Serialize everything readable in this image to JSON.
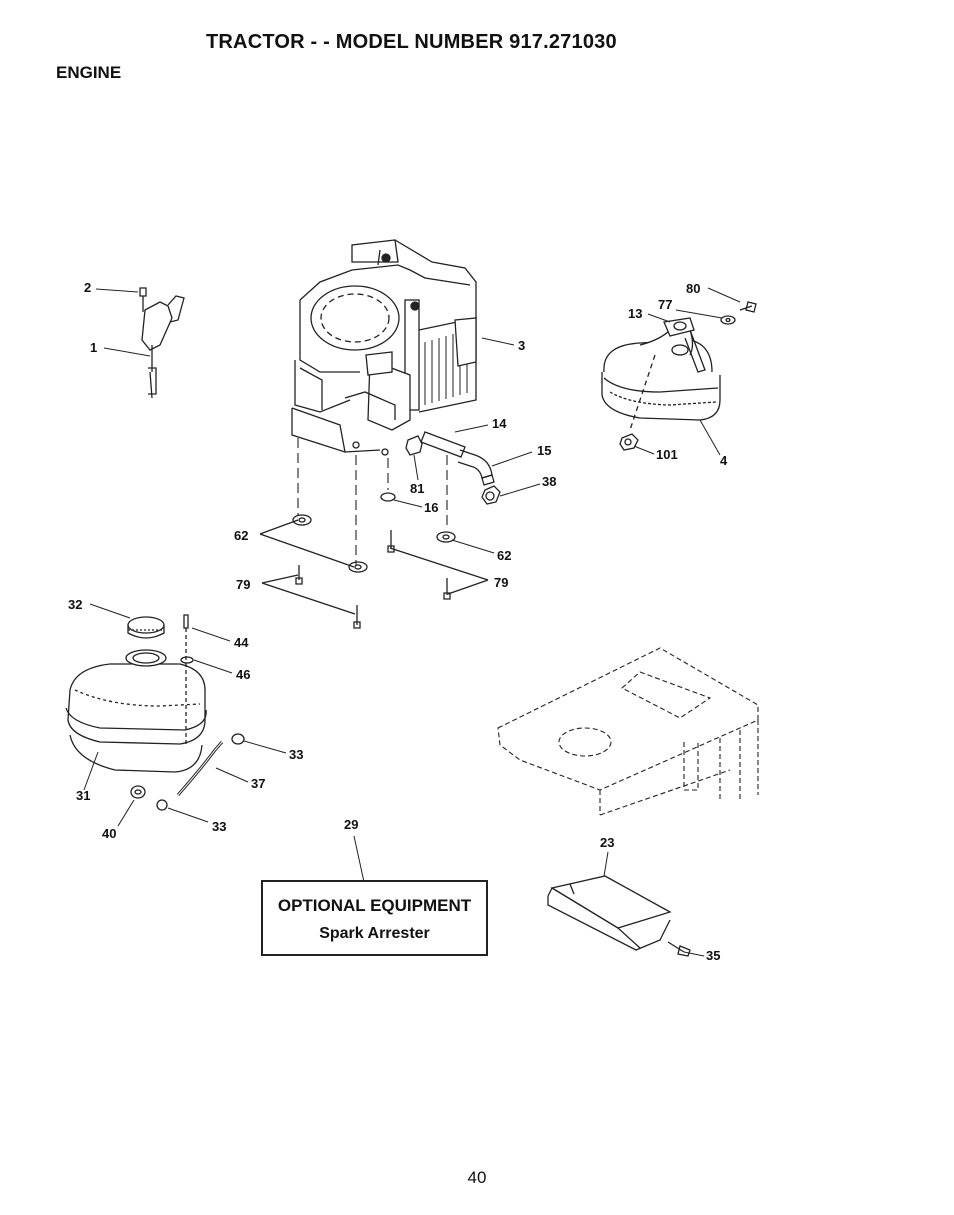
{
  "header": {
    "title": "TRACTOR - - MODEL NUMBER 917.271030",
    "section": "ENGINE"
  },
  "optional_box": {
    "title": "OPTIONAL EQUIPMENT",
    "subtitle": "Spark Arrester"
  },
  "callouts": {
    "c1": "1",
    "c2": "2",
    "c3": "3",
    "c4": "4",
    "c13": "13",
    "c14": "14",
    "c15": "15",
    "c16": "16",
    "c23": "23",
    "c29": "29",
    "c31": "31",
    "c32": "32",
    "c33a": "33",
    "c33b": "33",
    "c35": "35",
    "c37": "37",
    "c38": "38",
    "c40": "40",
    "c44": "44",
    "c46": "46",
    "c62a": "62",
    "c62b": "62",
    "c77": "77",
    "c79a": "79",
    "c79b": "79",
    "c80": "80",
    "c81": "81",
    "c101": "101"
  },
  "footer": {
    "page_number": "40"
  }
}
